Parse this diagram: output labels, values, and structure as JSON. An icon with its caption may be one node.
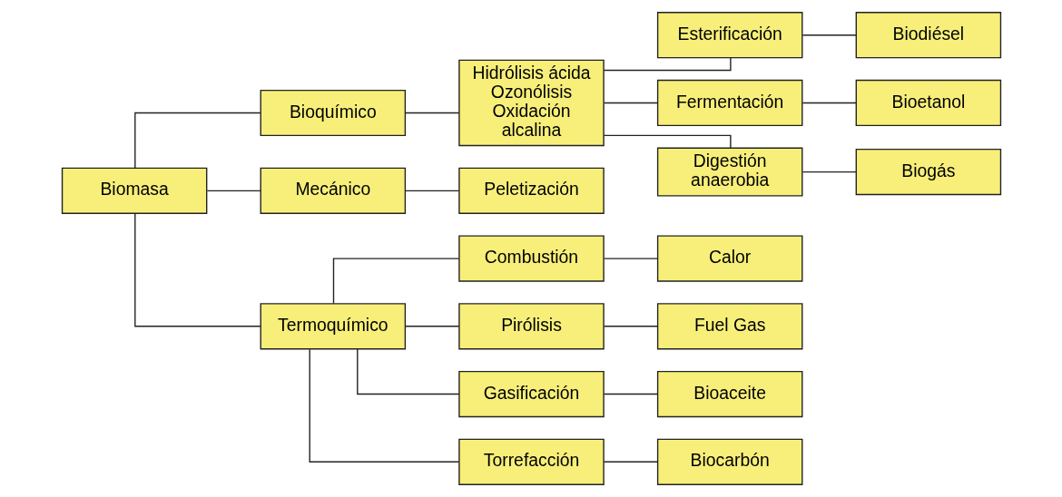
{
  "diagram": {
    "nodes": [
      {
        "text": [
          "Biomasa"
        ]
      },
      {
        "text": [
          "Bioquímico"
        ]
      },
      {
        "text": [
          "Mecánico"
        ]
      },
      {
        "text": [
          "Termoquímico"
        ]
      },
      {
        "text": [
          "Hidrólisis ácida Ozonólisis Oxidación alcalina"
        ]
      },
      {
        "text": [
          "Esterificación"
        ]
      },
      {
        "text": [
          "Biodiésel"
        ]
      },
      {
        "text": [
          "Fermentación"
        ]
      },
      {
        "text": [
          "Bioetanol"
        ]
      },
      {
        "text": [
          "Digestión anaerobia"
        ]
      },
      {
        "text": [
          "Biogás"
        ]
      },
      {
        "text": [
          "Peletización"
        ]
      },
      {
        "text": [
          "Combustión"
        ]
      },
      {
        "text": [
          "Calor"
        ]
      },
      {
        "text": [
          "Pirólisis"
        ]
      },
      {
        "text": [
          "Fuel Gas"
        ]
      },
      {
        "text": [
          "Gasificación"
        ]
      },
      {
        "text": [
          "Bioaceite"
        ]
      },
      {
        "text": [
          "Torrefacción"
        ]
      },
      {
        "text": [
          "Biocarbón"
        ]
      }
    ],
    "edges": [
      {
        "from": 0,
        "to": 1,
        "arrow": "none"
      },
      {
        "from": 0,
        "to": 2,
        "arrow": "none"
      },
      {
        "from": 0,
        "to": 3,
        "arrow": "none"
      },
      {
        "from": 1,
        "to": 4,
        "arrow": "none"
      },
      {
        "from": 4,
        "to": 5,
        "arrow": "none"
      },
      {
        "from": 4,
        "to": 7,
        "arrow": "none"
      },
      {
        "from": 4,
        "to": 9,
        "arrow": "none"
      },
      {
        "from": 5,
        "to": 6,
        "arrow": "none"
      },
      {
        "from": 7,
        "to": 8,
        "arrow": "none"
      },
      {
        "from": 9,
        "to": 10,
        "arrow": "none"
      },
      {
        "from": 2,
        "to": 11,
        "arrow": "none"
      },
      {
        "from": 3,
        "to": 12,
        "arrow": "none"
      },
      {
        "from": 3,
        "to": 14,
        "arrow": "none"
      },
      {
        "from": 3,
        "to": 16,
        "arrow": "none"
      },
      {
        "from": 3,
        "to": 18,
        "arrow": "none"
      },
      {
        "from": 12,
        "to": 13,
        "arrow": "none"
      },
      {
        "from": 14,
        "to": 15,
        "arrow": "none"
      },
      {
        "from": 16,
        "to": 17,
        "arrow": "none"
      },
      {
        "from": 18,
        "to": 19,
        "arrow": "none"
      }
    ]
  }
}
